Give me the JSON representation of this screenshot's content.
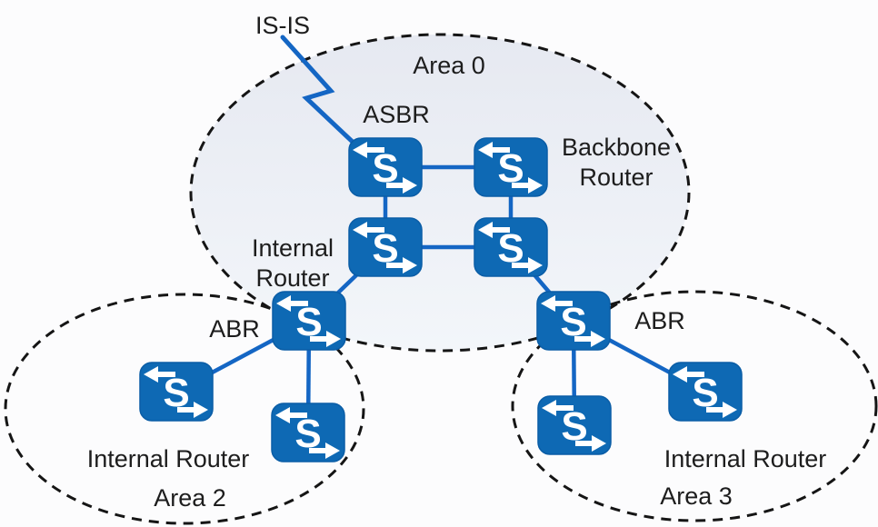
{
  "diagram": {
    "router_glyph": "S",
    "colors": {
      "router_blue": "#0e69b4",
      "link_blue": "#1466c4",
      "area0_fill_top": "#e6e9f1",
      "area0_fill_bottom": "#f3f6fa",
      "dashed_border": "#151515",
      "text": "#1d1d1d",
      "icon_glyph": "#ffffff",
      "background": "#fcfcfd"
    },
    "labels": {
      "isis": "IS-IS",
      "area0": "Area 0",
      "asbr": "ASBR",
      "backbone_line1": "Backbone",
      "backbone_line2": "Router",
      "internal0_line1": "Internal",
      "internal0_line2": "Router",
      "abr_left": "ABR",
      "abr_right": "ABR",
      "internal_router_area2": "Internal Router",
      "area2": "Area 2",
      "internal_router_area3": "Internal Router",
      "area3": "Area 3"
    }
  }
}
